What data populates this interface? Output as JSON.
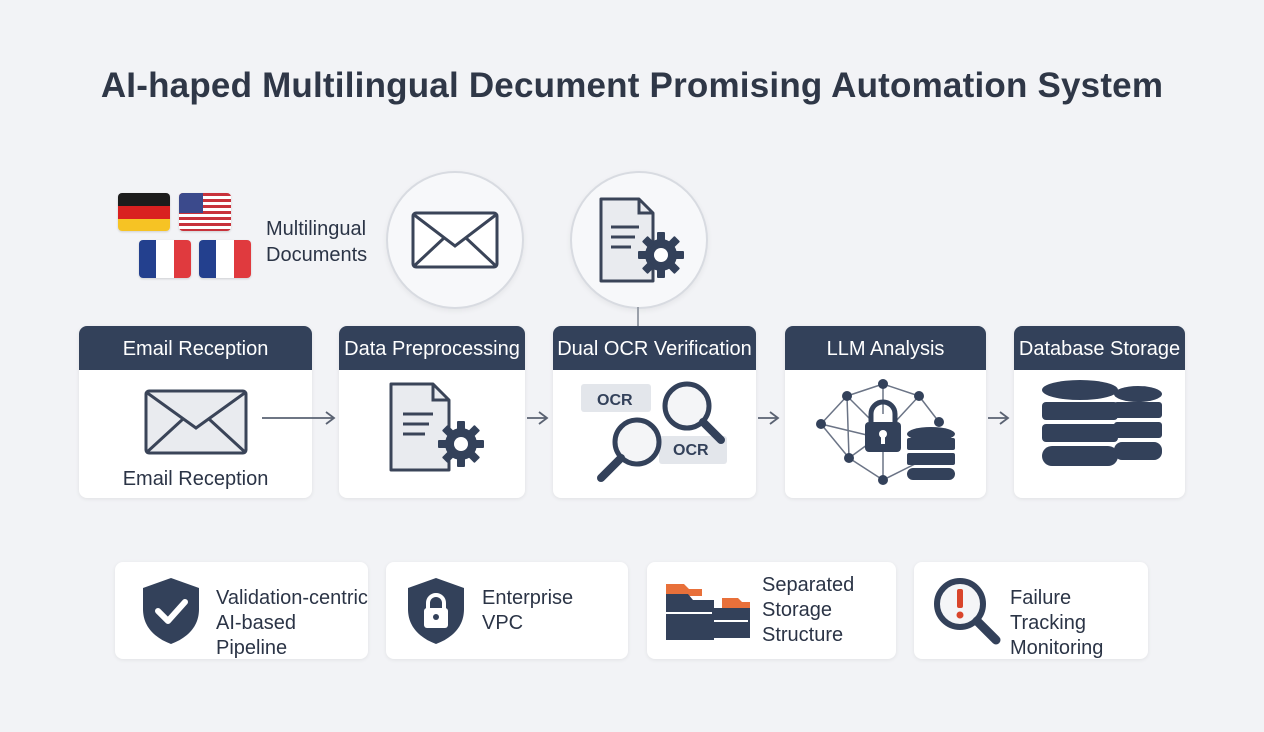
{
  "title": "AI-haped Multilingual Decument Promising Automation System",
  "input": {
    "label_line1": "Multilingual",
    "label_line2": "Documents"
  },
  "steps": [
    {
      "header": "Email Reception",
      "caption": "Email Reception"
    },
    {
      "header": "Data Preprocessing"
    },
    {
      "header": "Dual OCR Verification",
      "badge1": "OCR",
      "badge2": "OCR"
    },
    {
      "header": "LLM Analysis"
    },
    {
      "header": "Database Storage"
    }
  ],
  "features": [
    {
      "line1": "Validation-centric",
      "line2": "AI-based Pipeline",
      "icon": "shield-check-icon"
    },
    {
      "line1": "Enterprise",
      "line2": "VPC",
      "icon": "shield-lock-icon"
    },
    {
      "line1": "Separated",
      "line2": "Storage",
      "line3": "Structure",
      "icon": "folders-icon"
    },
    {
      "line1": "Failure Tracking",
      "line2": "Monitoring",
      "icon": "magnifier-alert-icon"
    }
  ],
  "colors": {
    "navy": "#33415a",
    "accent_orange": "#e8703a",
    "alert_red": "#d9452b",
    "background": "#f2f3f6"
  }
}
